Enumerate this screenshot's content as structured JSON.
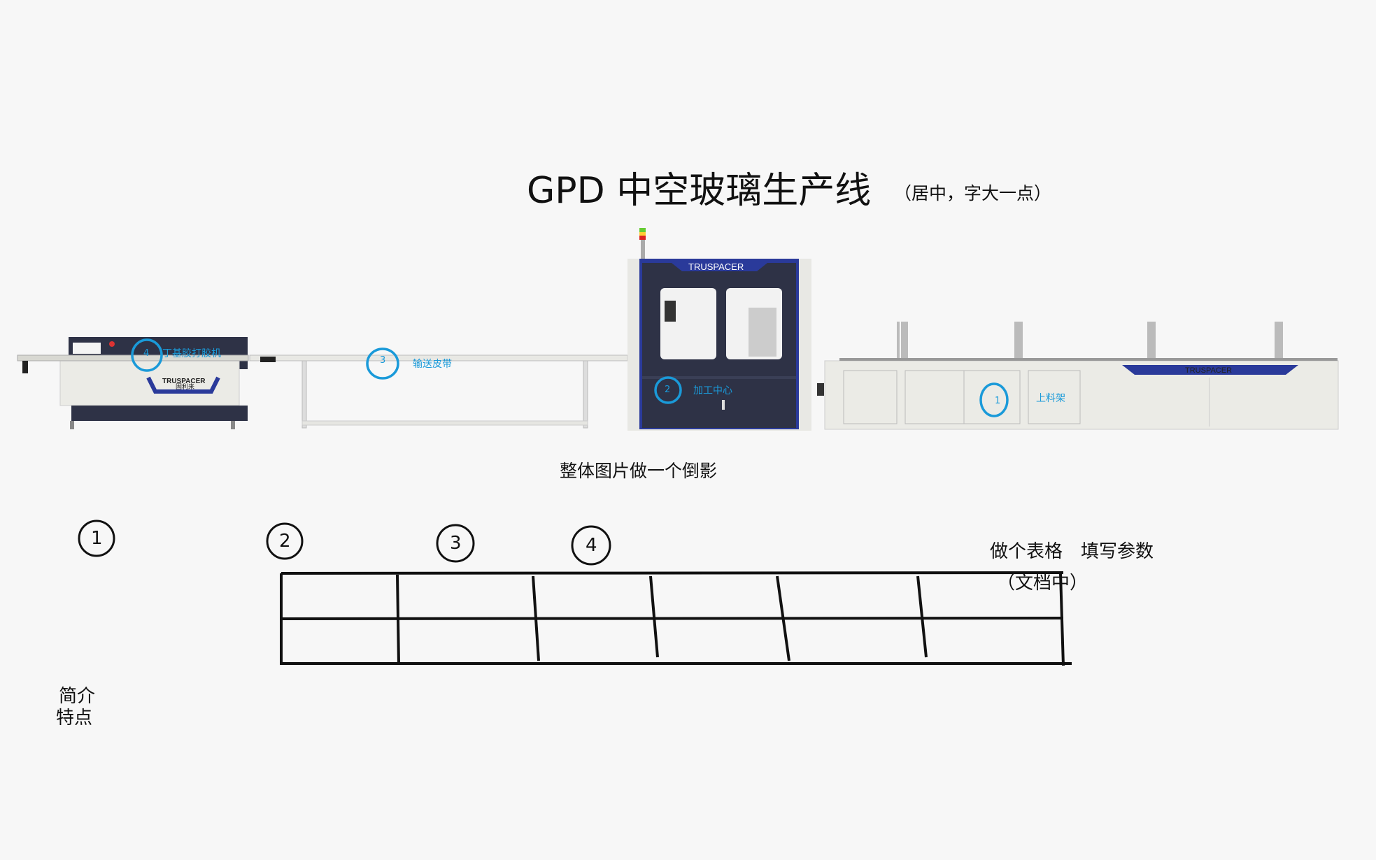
{
  "title": "GPD 中空玻璃生产线",
  "title_note": "（居中，字大一点）",
  "reflection_note": "整体图片做一个倒影",
  "table_note": "做个表格　填写参数",
  "table_note_sub": "（文档中）",
  "intro_label": "简介",
  "features_label": "特点",
  "machines": [
    {
      "number": "4",
      "label": "丁基胶打胶机"
    },
    {
      "number": "3",
      "label": "输送皮带"
    },
    {
      "number": "2",
      "label": "加工中心"
    },
    {
      "number": "1",
      "label": "上料架"
    }
  ],
  "brand": "TRUSPACER",
  "brand_cn": "固利来",
  "hand_numbers": [
    "1",
    "2",
    "3",
    "4"
  ],
  "colors": {
    "accent": "#1a9ad9",
    "machine_dark": "#2e3246",
    "machine_blue": "#2a3a9a",
    "panel": "#e9e9e4"
  }
}
